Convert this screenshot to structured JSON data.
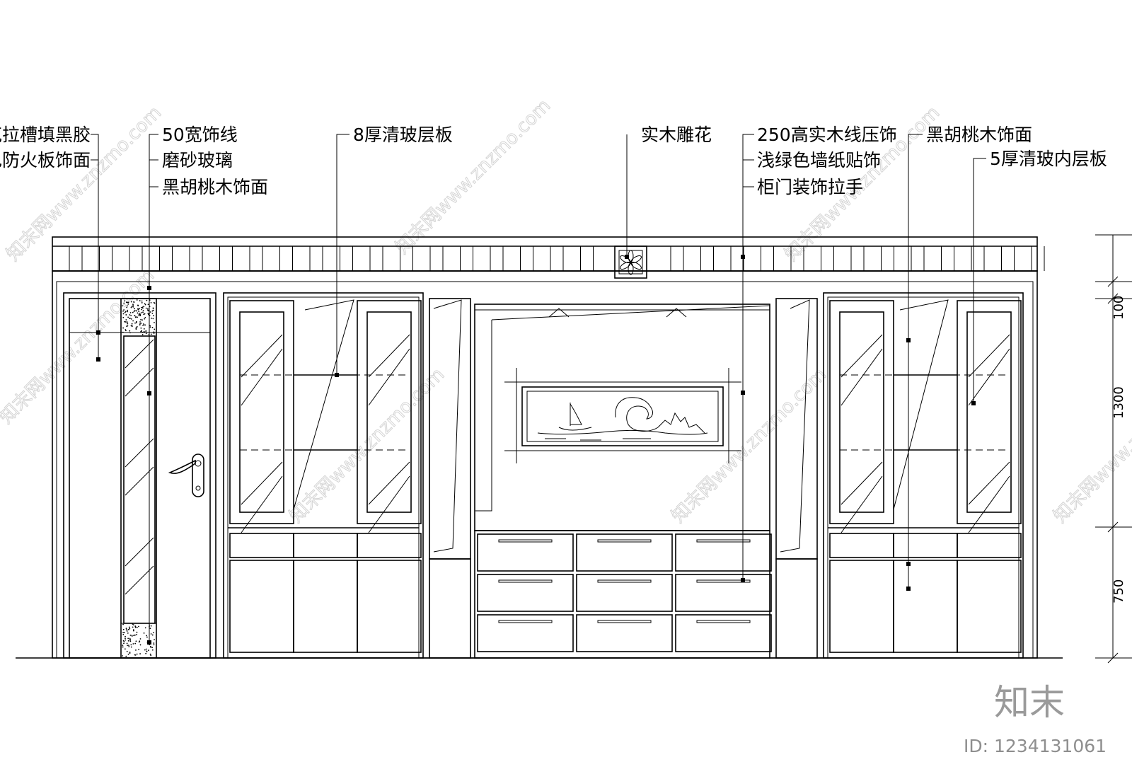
{
  "labels": {
    "top_left_1": "克拉槽填黑胶",
    "top_left_2": "色防火板饰面",
    "col2_1": "50宽饰线",
    "col2_2": "磨砂玻璃",
    "col2_3": "黑胡桃木饰面",
    "col3_1": "8厚清玻层板",
    "col4_1": "实木雕花",
    "col5_1": "250高实木线压饰",
    "col5_2": "浅绿色墙纸贴饰",
    "col5_3": "柜门装饰拉手",
    "col6_1": "黑胡桃木饰面",
    "col7_1": "5厚清玻内层板"
  },
  "dimensions": {
    "d1": "100",
    "d2": "1300",
    "d3": "750"
  },
  "watermark": {
    "brand": "知末",
    "id_text": "ID: 1234131061",
    "repeat_text": "知末网www.znzmo.com"
  }
}
